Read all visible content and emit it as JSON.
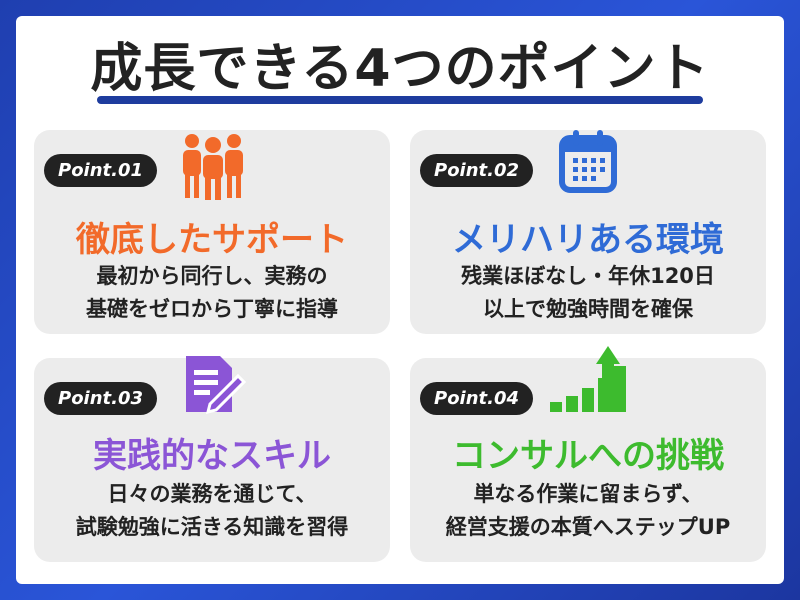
{
  "title": "成長できる4つのポイント",
  "colors": {
    "background": "#2a55d8",
    "underline": "#1e3c9e",
    "card1": "#f26a2a",
    "card2": "#2f6bd6",
    "card3": "#8b55d6",
    "card4": "#3dbb2e"
  },
  "cards": [
    {
      "badge": "Point.01",
      "icon": "people-icon",
      "heading": "徹底したサポート",
      "lines": [
        "最初から同行し、実務の",
        "基礎をゼロから丁寧に指導"
      ]
    },
    {
      "badge": "Point.02",
      "icon": "calendar-icon",
      "heading": "メリハリある環境",
      "lines": [
        "残業ほぼなし・年休120日",
        "以上で勉強時間を確保"
      ]
    },
    {
      "badge": "Point.03",
      "icon": "edit-document-icon",
      "heading": "実践的なスキル",
      "lines": [
        "日々の業務を通じて、",
        "試験勉強に活きる知識を習得"
      ]
    },
    {
      "badge": "Point.04",
      "icon": "growth-chart-icon",
      "heading": "コンサルへの挑戦",
      "lines": [
        "単なる作業に留まらず、",
        "経営支援の本質へステップUP"
      ]
    }
  ]
}
